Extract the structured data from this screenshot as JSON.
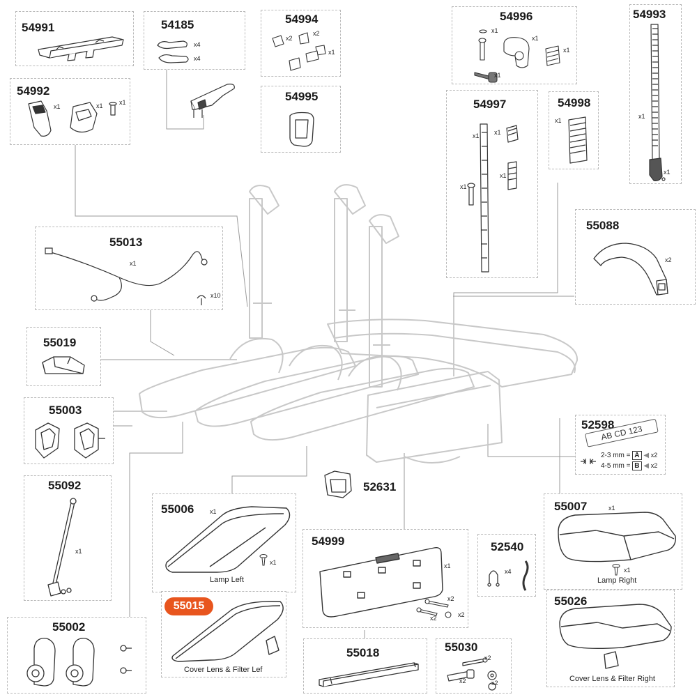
{
  "parts": {
    "p54991": {
      "number": "54991"
    },
    "p54185": {
      "number": "54185",
      "q1": "x4",
      "q2": "x4"
    },
    "p54994": {
      "number": "54994",
      "q1": "x2",
      "q2": "x2",
      "q3": "x1"
    },
    "p54995": {
      "number": "54995"
    },
    "p54996": {
      "number": "54996",
      "q1": "x1",
      "q2": "x1",
      "q3": "x1",
      "q4": "x1"
    },
    "p54993": {
      "number": "54993",
      "q1": "x1",
      "q2": "x1"
    },
    "p54992": {
      "number": "54992",
      "q1": "x1",
      "q2": "x1",
      "q3": "x1"
    },
    "p54997": {
      "number": "54997",
      "q1": "x1",
      "q2": "x1",
      "q3": "x1",
      "q4": "x1"
    },
    "p54998": {
      "number": "54998",
      "q1": "x1"
    },
    "p55013": {
      "number": "55013",
      "q1": "x1",
      "q2": "x10"
    },
    "p55088": {
      "number": "55088",
      "q1": "x2"
    },
    "p55019": {
      "number": "55019"
    },
    "p55003": {
      "number": "55003"
    },
    "p52598": {
      "number": "52598",
      "plate_text": "AB CD 123",
      "line1_prefix": "2-3 mm =",
      "line1_key": "A",
      "line1_qty": "x2",
      "line2_prefix": "4-5 mm =",
      "line2_key": "B",
      "line2_qty": "x2"
    },
    "p55092": {
      "number": "55092",
      "q1": "x1"
    },
    "p52631": {
      "number": "52631"
    },
    "p55006": {
      "number": "55006",
      "q1": "x1",
      "q2": "x1",
      "caption": "Lamp Left"
    },
    "p54999": {
      "number": "54999",
      "q1": "x1",
      "q2": "x2",
      "q3": "x2",
      "q4": "x2"
    },
    "p52540": {
      "number": "52540",
      "q1": "x4"
    },
    "p55007": {
      "number": "55007",
      "q1": "x1",
      "q2": "x1",
      "caption": "Lamp Right"
    },
    "p55015": {
      "number": "55015",
      "caption": "Cover Lens & Filter Lef"
    },
    "p55026": {
      "number": "55026",
      "caption": "Cover Lens & Filter Right"
    },
    "p55002": {
      "number": "55002"
    },
    "p55018": {
      "number": "55018"
    },
    "p55030": {
      "number": "55030",
      "q1": "x2",
      "q2": "x2",
      "q3": "x2"
    }
  },
  "highlight_color": "#e8551e"
}
